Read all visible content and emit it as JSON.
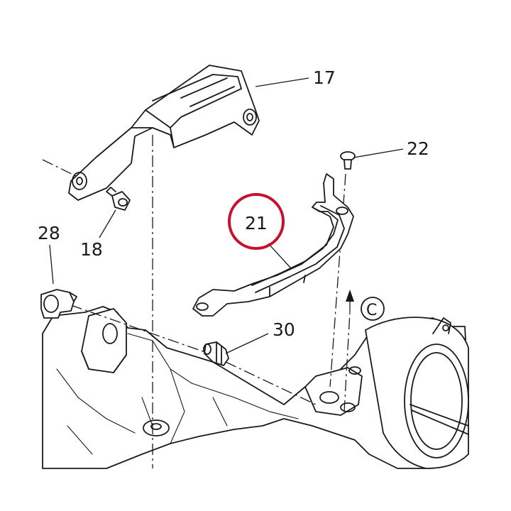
{
  "callouts": {
    "c17": "17",
    "c18": "18",
    "c21": "21",
    "c22": "22",
    "c28": "28",
    "c30": "30",
    "cC": "C"
  },
  "colors": {
    "highlight": "#c8102e",
    "ink": "#1a1a1a"
  }
}
